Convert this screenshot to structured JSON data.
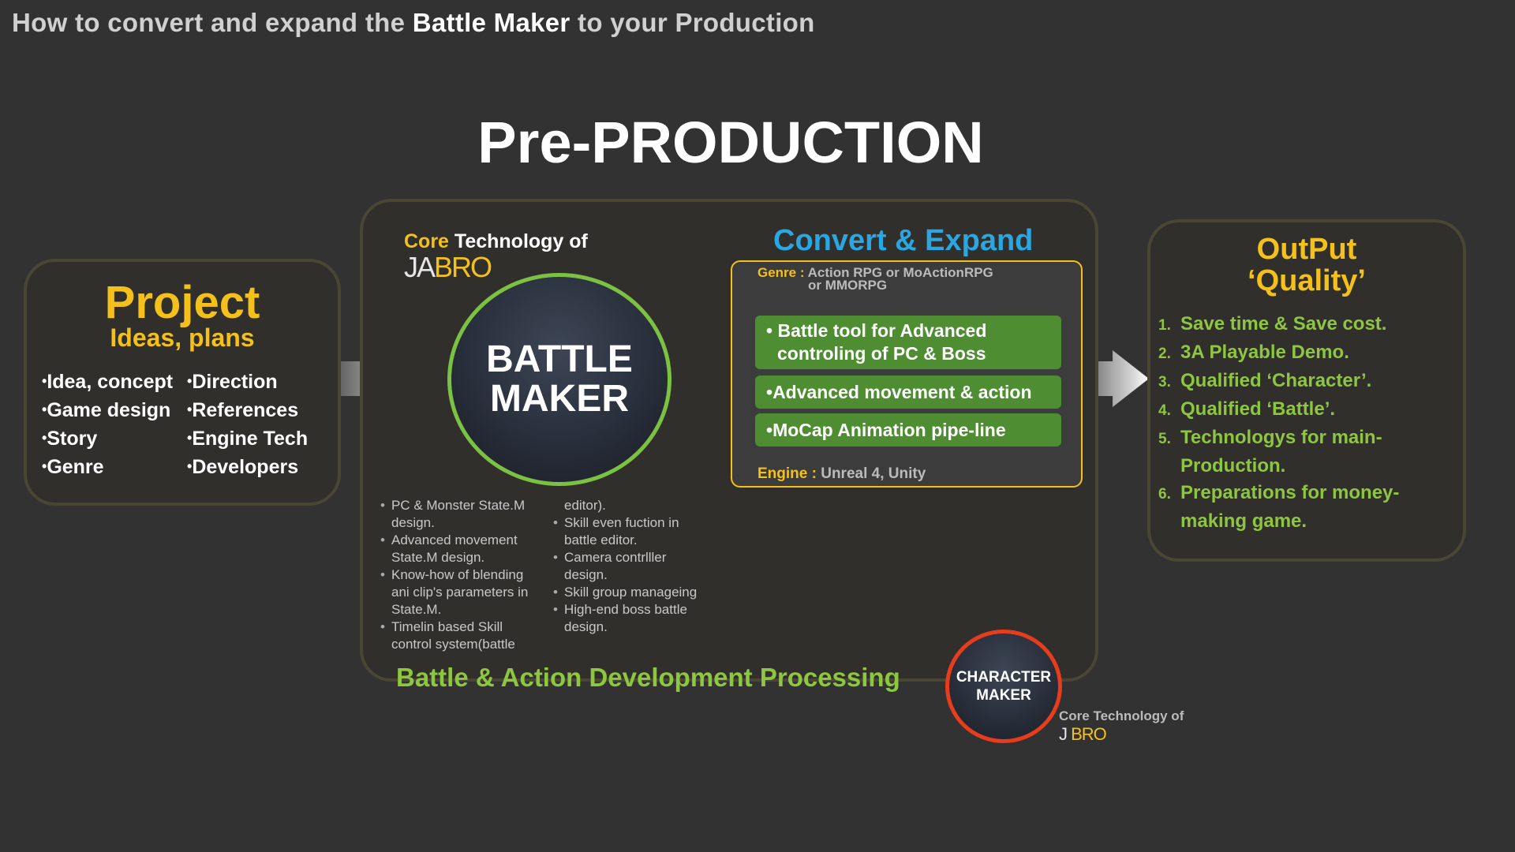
{
  "header": {
    "prefix": "How to convert and expand the ",
    "bold": "Battle Maker",
    "suffix": " to your Production"
  },
  "stage_title": "Pre-PRODUCTION",
  "project": {
    "title": "Project",
    "subtitle": "Ideas, plans",
    "left_items": [
      "Idea, concept",
      "Game design",
      "Story",
      "Genre"
    ],
    "right_items": [
      "Direction",
      "References",
      "Engine Tech",
      "Developers"
    ]
  },
  "battle": {
    "core_prefix": "Core",
    "core_suffix": " Technology of",
    "logo_j": "JA",
    "logo_bro": "BRO",
    "circle_line1": "BATTLE",
    "circle_line2": "MAKER",
    "skills_left": [
      [
        "PC & Monster State.M",
        "design."
      ],
      [
        "Advanced movement",
        "State.M design."
      ],
      [
        "Know-how of blending",
        "ani clip's parameters in",
        "State.M."
      ],
      [
        "Timelin based Skill",
        "control system(battle"
      ]
    ],
    "skills_right": [
      [
        "editor)."
      ],
      [
        "Skill even fuction in",
        "battle editor."
      ],
      [
        "Camera contrlller",
        "design."
      ],
      [
        "Skill group manageing"
      ],
      [
        "High-end boss battle",
        "design."
      ]
    ],
    "process_label": "Battle & Action Development Processing"
  },
  "convert": {
    "title": "Convert & Expand",
    "genre_key": "Genre :",
    "genre_line1": " Action RPG or MoActionRPG",
    "genre_line2": "or MMORPG",
    "bar1_line1": "Battle tool for Advanced",
    "bar1_line2": "controling of PC & Boss",
    "bar2": "Advanced movement & action",
    "bar3": "MoCap Animation pipe-line",
    "engine_key": "Engine :",
    "engine_value": " Unreal 4, Unity"
  },
  "output": {
    "title_line1": "OutPut",
    "title_line2": "‘Quality’",
    "items": [
      {
        "num": "1.",
        "text": "Save time & Save cost."
      },
      {
        "num": "2.",
        "text": "3A Playable Demo."
      },
      {
        "num": "3.",
        "text": "Qualified ‘Character’."
      },
      {
        "num": "4.",
        "text": "Qualified ‘Battle’."
      },
      {
        "num": "5.",
        "text": "Technologys for main-Production."
      },
      {
        "num": "6.",
        "text": "Preparations for money-making game."
      }
    ]
  },
  "character": {
    "line1": "CHARACTER",
    "line2": "MAKER",
    "core_label": "Core Technology of",
    "logo_j": "J",
    "logo_bro": "BRO"
  },
  "colors": {
    "background": "#333232",
    "accent_yellow": "#f4c11c",
    "accent_green": "#8dc63f",
    "accent_blue": "#2aa7e0",
    "accent_red": "#e73d1c",
    "bar_green": "#4f8d32"
  }
}
